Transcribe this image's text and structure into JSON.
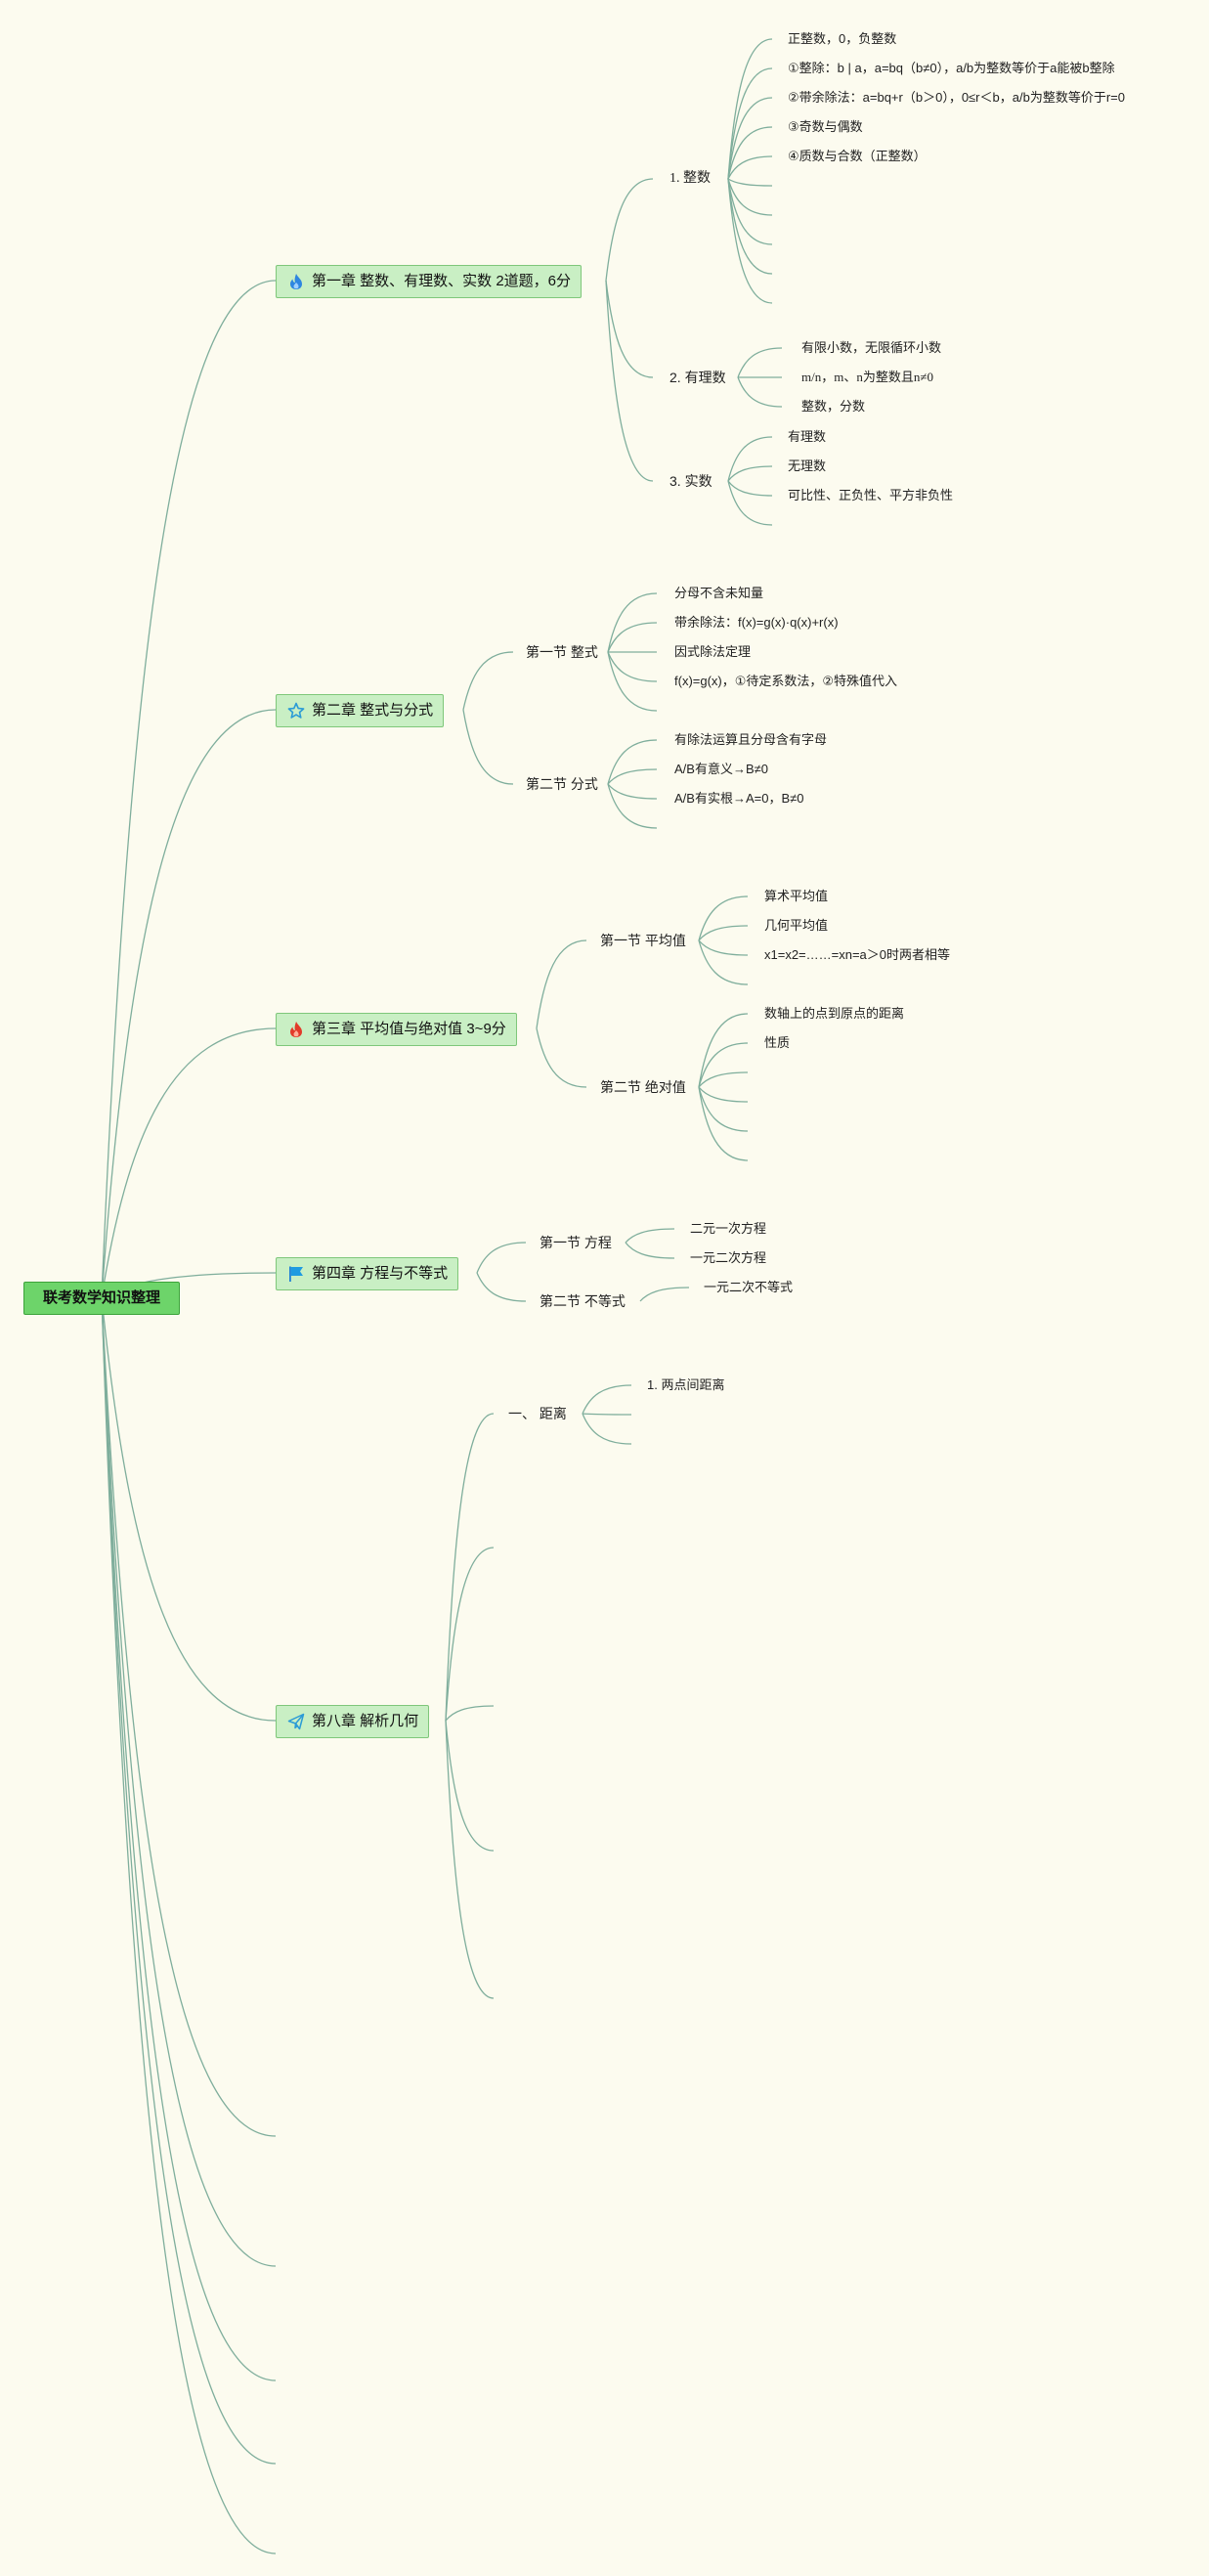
{
  "root": {
    "label": "联考数学知识整理"
  },
  "chapter1": {
    "title": "第一章 整数、有理数、实数 2道题，6分",
    "integer": {
      "label": "1. 整数",
      "items": [
        "正整数，0，负整数",
        "①整除：b | a，a=bq（b≠0），a/b为整数等价于a能被b整除",
        "②带余除法：a=bq+r（b＞0），0≤r＜b，a/b为整数等价于r=0",
        "③奇数与偶数",
        "④质数与合数（正整数）"
      ]
    },
    "rational": {
      "label": "2. 有理数",
      "items": [
        "有限小数，无限循环小数",
        "m/n，m、n为整数且n≠0",
        "整数，分数"
      ]
    },
    "real": {
      "label": "3. 实数",
      "items": [
        "有理数",
        "无理数",
        "可比性、正负性、平方非负性"
      ]
    }
  },
  "chapter2": {
    "title": "第二章 整式与分式",
    "polynomial": {
      "label": "第一节 整式",
      "items": [
        "分母不含未知量",
        "带余除法：f(x)=g(x)·q(x)+r(x)",
        "因式除法定理",
        "f(x)=g(x)，①待定系数法，②特殊值代入"
      ]
    },
    "fraction": {
      "label": "第二节 分式",
      "items": [
        "有除法运算且分母含有字母",
        "A/B有意义→B≠0",
        "A/B有实根→A=0，B≠0"
      ]
    }
  },
  "chapter3": {
    "title": "第三章 平均值与绝对值 3~9分",
    "mean": {
      "label": "第一节 平均值",
      "items": [
        "算术平均值",
        "几何平均值",
        "x1=x2=……=xn=a＞0时两者相等"
      ]
    },
    "abs": {
      "label": "第二节 绝对值",
      "items": [
        "数轴上的点到原点的距离",
        "性质"
      ]
    }
  },
  "chapter4": {
    "title": "第四章 方程与不等式",
    "equation": {
      "label": "第一节 方程",
      "items": [
        "二元一次方程",
        "一元二次方程"
      ]
    },
    "inequality": {
      "label": "第二节 不等式",
      "items": [
        "一元二次不等式"
      ]
    }
  },
  "chapter8": {
    "title": "第八章 解析几何",
    "distance": {
      "label": "一、 距离",
      "items": [
        "1. 两点间距离"
      ]
    }
  },
  "colors": {
    "background": "#fcfbef",
    "line": "#7fae9c",
    "root_fill": "#6dd46a",
    "chapter_fill": "#c9efc4",
    "chapter_border": "#7fc77a"
  },
  "icons": {
    "chapter1": "flame-blue-icon",
    "chapter2": "star-outline-icon",
    "chapter3": "flame-red-icon",
    "chapter4": "flag-blue-icon",
    "chapter8": "paper-plane-icon"
  }
}
